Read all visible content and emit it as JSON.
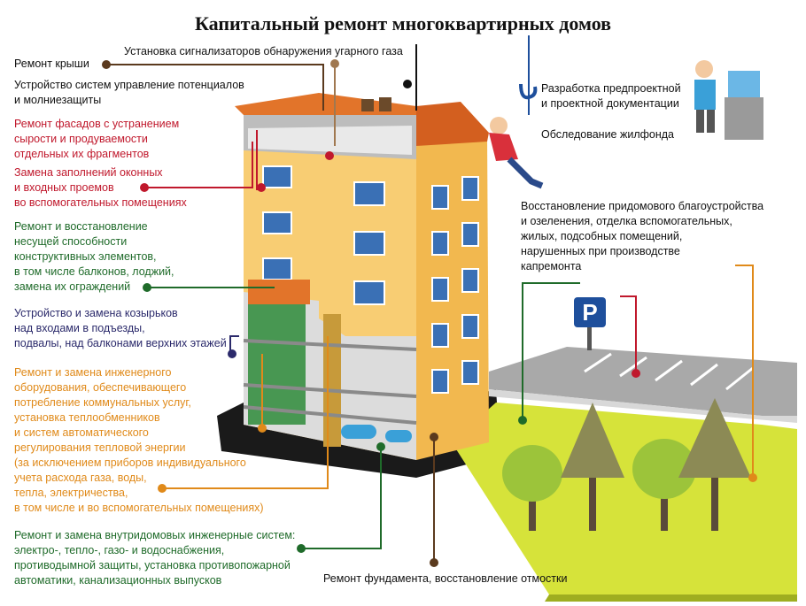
{
  "title": "Капитальный ремонт многоквартирных домов",
  "colors": {
    "brown": "#5b3a1e",
    "black": "#111111",
    "red": "#c0182c",
    "green": "#1f6b2a",
    "navy": "#2b2a6b",
    "orange": "#e08a1a",
    "roof": "#e2742a",
    "facade": "#f4c464",
    "lawn": "#d6e33a"
  },
  "parking_sign": "P",
  "labels": {
    "roof_repair": [
      "Ремонт крыши"
    ],
    "gas_detectors": [
      "Установка сигнализаторов обнаружения угарного газа"
    ],
    "lightning": [
      "Устройство систем управление потенциалов",
      "и молниезащиты"
    ],
    "facade": [
      "Ремонт фасадов с устранением",
      "сырости и продуваемости",
      "отдельных их фрагментов"
    ],
    "windows": [
      "Замена заполнений оконных",
      "и входных проемов",
      "во вспомогательных помещениях"
    ],
    "structure": [
      "Ремонт и восстановление",
      "несущей способности",
      "конструктивных элементов,",
      "в том числе балконов, лоджий,",
      "замена их ограждений"
    ],
    "canopies": [
      "Устройство и замена козырьков",
      "над входами в подъезды,",
      "подвалы, над балконами верхних этажей"
    ],
    "engineering": [
      "Ремонт и замена инженерного",
      "оборудования, обеспечивающего",
      "потребление коммунальных услуг,",
      "установка теплообменников",
      "и систем автоматического",
      "регулирования тепловой энергии",
      "(за исключением приборов индивидуального",
      "учета расхода газа, воды,",
      "тепла, электричества,",
      "в том числе и во вспомогательных помещениях)"
    ],
    "systems": [
      "Ремонт и замена внутридомовых инженерные систем:",
      "электро-, тепло-, газо- и водоснабжения,",
      "противодымной защиты, установка противопожарной",
      "автоматики, канализационных выпусков"
    ],
    "foundation": [
      "Ремонт фундамента, восстановление отмостки"
    ],
    "design_docs": [
      "Разработка предпроектной",
      "и проектной документации"
    ],
    "survey": [
      "Обследование жилфонда"
    ],
    "landscaping": [
      "Восстановление придомового благоустройства",
      "и озеленения, отделка вспомогательных,",
      "жилых, подсобных помещений,",
      "нарушенных при производстве",
      "капремонта"
    ]
  }
}
